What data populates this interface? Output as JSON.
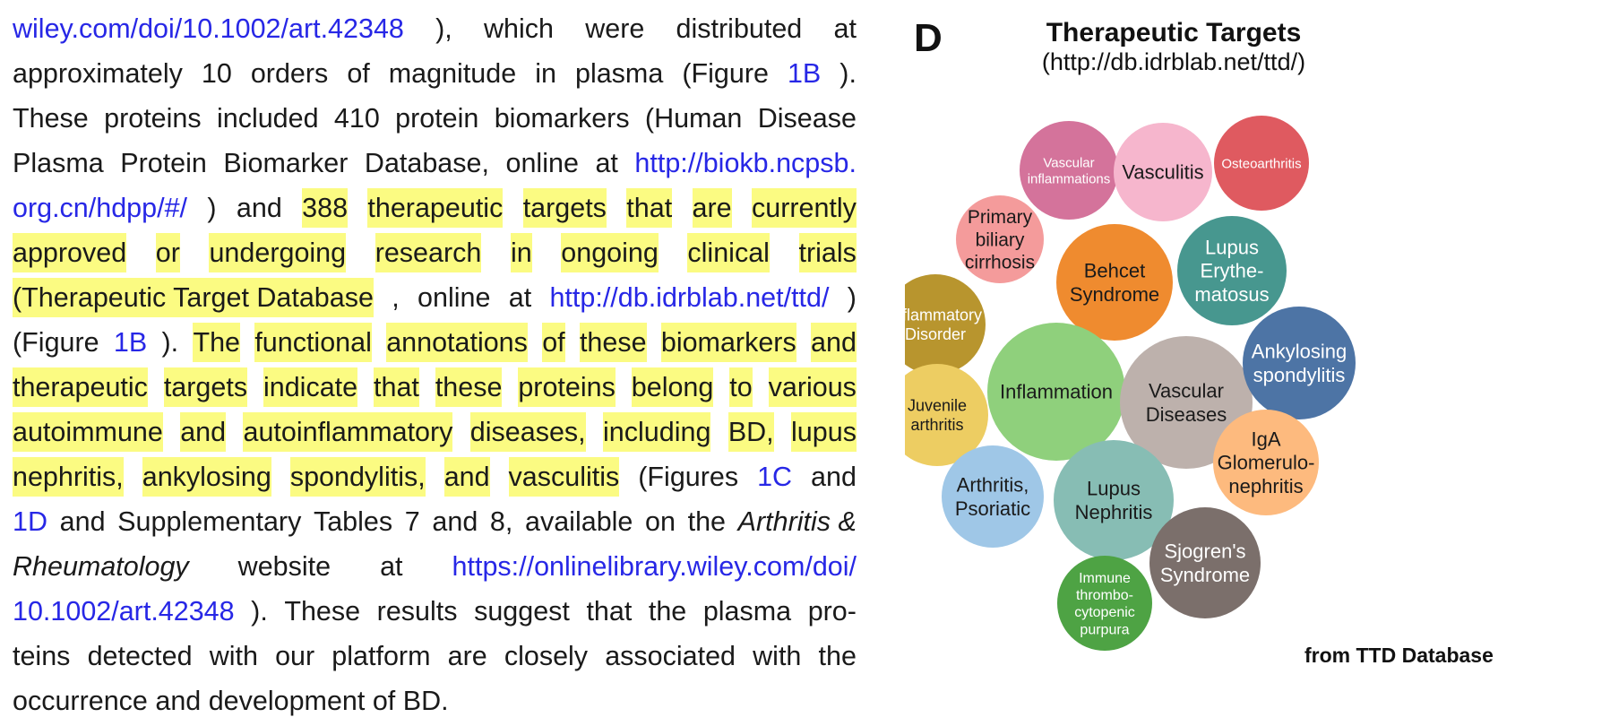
{
  "article": {
    "lines": [
      {
        "segments": [
          {
            "text": "wiley.com/doi/10.1002/art.42348",
            "style": "link"
          },
          {
            "text": "),",
            "style": "normal"
          },
          {
            "text": "which",
            "style": "normal"
          },
          {
            "text": "were",
            "style": "normal"
          },
          {
            "text": "distributed",
            "style": "normal"
          },
          {
            "text": "at",
            "style": "normal"
          }
        ]
      },
      {
        "segments": [
          {
            "text": "approximately",
            "style": "normal"
          },
          {
            "text": "10",
            "style": "normal"
          },
          {
            "text": "orders",
            "style": "normal"
          },
          {
            "text": "of",
            "style": "normal"
          },
          {
            "text": "magnitude",
            "style": "normal"
          },
          {
            "text": "in",
            "style": "normal"
          },
          {
            "text": "plasma",
            "style": "normal"
          },
          {
            "text": "(Figure",
            "style": "normal"
          },
          {
            "text": "1B",
            "style": "link"
          },
          {
            "text": ").",
            "style": "normal"
          }
        ]
      },
      {
        "segments": [
          {
            "text": "These",
            "style": "normal"
          },
          {
            "text": "proteins",
            "style": "normal"
          },
          {
            "text": "included",
            "style": "normal"
          },
          {
            "text": "410",
            "style": "normal"
          },
          {
            "text": "protein",
            "style": "normal"
          },
          {
            "text": "biomarkers",
            "style": "normal"
          },
          {
            "text": "(Human",
            "style": "normal"
          },
          {
            "text": "Disease",
            "style": "normal"
          }
        ]
      },
      {
        "segments": [
          {
            "text": "Plasma",
            "style": "normal"
          },
          {
            "text": "Protein",
            "style": "normal"
          },
          {
            "text": "Biomarker",
            "style": "normal"
          },
          {
            "text": "Database,",
            "style": "normal"
          },
          {
            "text": "online",
            "style": "normal"
          },
          {
            "text": "at",
            "style": "normal"
          },
          {
            "text": "http://biokb.ncpsb.",
            "style": "link"
          }
        ]
      },
      {
        "segments": [
          {
            "text": "org.cn/hdpp/#/",
            "style": "link"
          },
          {
            "text": ")",
            "style": "normal"
          },
          {
            "text": "and",
            "style": "normal"
          },
          {
            "text": "388",
            "style": "hl"
          },
          {
            "text": "therapeutic",
            "style": "hl"
          },
          {
            "text": "targets",
            "style": "hl"
          },
          {
            "text": "that",
            "style": "hl"
          },
          {
            "text": "are",
            "style": "hl"
          },
          {
            "text": "currently",
            "style": "hl"
          }
        ]
      },
      {
        "segments": [
          {
            "text": "approved",
            "style": "hl"
          },
          {
            "text": "or",
            "style": "hl"
          },
          {
            "text": "undergoing",
            "style": "hl"
          },
          {
            "text": "research",
            "style": "hl"
          },
          {
            "text": "in",
            "style": "hl"
          },
          {
            "text": "ongoing",
            "style": "hl"
          },
          {
            "text": "clinical",
            "style": "hl"
          },
          {
            "text": "trials",
            "style": "hl"
          }
        ]
      },
      {
        "segments": [
          {
            "text": "(Therapeutic Target Database",
            "style": "hl"
          },
          {
            "text": ",",
            "style": "normal"
          },
          {
            "text": "online",
            "style": "normal"
          },
          {
            "text": "at",
            "style": "normal"
          },
          {
            "text": "http://db.idrblab.net/ttd/",
            "style": "link"
          },
          {
            "text": ")",
            "style": "normal"
          }
        ]
      },
      {
        "segments": [
          {
            "text": "(Figure",
            "style": "normal"
          },
          {
            "text": "1B",
            "style": "link"
          },
          {
            "text": ").",
            "style": "normal"
          },
          {
            "text": "The",
            "style": "hl"
          },
          {
            "text": "functional",
            "style": "hl"
          },
          {
            "text": "annotations",
            "style": "hl"
          },
          {
            "text": "of",
            "style": "hl"
          },
          {
            "text": "these",
            "style": "hl"
          },
          {
            "text": "biomarkers",
            "style": "hl"
          },
          {
            "text": "and",
            "style": "hl"
          }
        ]
      },
      {
        "segments": [
          {
            "text": "therapeutic",
            "style": "hl"
          },
          {
            "text": "targets",
            "style": "hl"
          },
          {
            "text": "indicate",
            "style": "hl"
          },
          {
            "text": "that",
            "style": "hl"
          },
          {
            "text": "these",
            "style": "hl"
          },
          {
            "text": "proteins",
            "style": "hl"
          },
          {
            "text": "belong",
            "style": "hl"
          },
          {
            "text": "to",
            "style": "hl"
          },
          {
            "text": "various",
            "style": "hl"
          }
        ]
      },
      {
        "segments": [
          {
            "text": "autoimmune",
            "style": "hl"
          },
          {
            "text": "and",
            "style": "hl"
          },
          {
            "text": "autoinflammatory",
            "style": "hl"
          },
          {
            "text": "diseases,",
            "style": "hl"
          },
          {
            "text": "including",
            "style": "hl"
          },
          {
            "text": "BD,",
            "style": "hl"
          },
          {
            "text": "lupus",
            "style": "hl"
          }
        ]
      },
      {
        "segments": [
          {
            "text": "nephritis,",
            "style": "hl"
          },
          {
            "text": "ankylosing",
            "style": "hl"
          },
          {
            "text": "spondylitis,",
            "style": "hl"
          },
          {
            "text": "and",
            "style": "hl"
          },
          {
            "text": "vasculitis",
            "style": "hl"
          },
          {
            "text": "(Figures",
            "style": "normal"
          },
          {
            "text": "1C",
            "style": "link"
          },
          {
            "text": "and",
            "style": "normal"
          }
        ]
      },
      {
        "segments": [
          {
            "text": "1D",
            "style": "link"
          },
          {
            "text": "and",
            "style": "normal"
          },
          {
            "text": "Supplementary",
            "style": "normal"
          },
          {
            "text": "Tables",
            "style": "normal"
          },
          {
            "text": "7",
            "style": "normal"
          },
          {
            "text": "and",
            "style": "normal"
          },
          {
            "text": "8,",
            "style": "normal"
          },
          {
            "text": "available",
            "style": "normal"
          },
          {
            "text": "on",
            "style": "normal"
          },
          {
            "text": "the",
            "style": "normal"
          },
          {
            "text": "Arthritis &",
            "style": "italic"
          }
        ]
      },
      {
        "segments": [
          {
            "text": "Rheumatology",
            "style": "italic"
          },
          {
            "text": "website",
            "style": "normal"
          },
          {
            "text": "at",
            "style": "normal"
          },
          {
            "text": "https://onlinelibrary.wiley.com/doi/",
            "style": "link"
          }
        ]
      },
      {
        "segments": [
          {
            "text": "10.1002/art.42348",
            "style": "link"
          },
          {
            "text": ").",
            "style": "normal"
          },
          {
            "text": "These",
            "style": "normal"
          },
          {
            "text": "results",
            "style": "normal"
          },
          {
            "text": "suggest",
            "style": "normal"
          },
          {
            "text": "that",
            "style": "normal"
          },
          {
            "text": "the",
            "style": "normal"
          },
          {
            "text": "plasma",
            "style": "normal"
          },
          {
            "text": "pro-",
            "style": "normal"
          }
        ]
      },
      {
        "segments": [
          {
            "text": "teins",
            "style": "normal"
          },
          {
            "text": "detected",
            "style": "normal"
          },
          {
            "text": "with",
            "style": "normal"
          },
          {
            "text": "our",
            "style": "normal"
          },
          {
            "text": "platform",
            "style": "normal"
          },
          {
            "text": "are",
            "style": "normal"
          },
          {
            "text": "closely",
            "style": "normal"
          },
          {
            "text": "associated",
            "style": "normal"
          },
          {
            "text": "with",
            "style": "normal"
          },
          {
            "text": "the",
            "style": "normal"
          }
        ]
      },
      {
        "last": true,
        "segments": [
          {
            "text": "occurrence and development of BD.",
            "style": "normal"
          }
        ]
      }
    ]
  },
  "figure": {
    "panel_letter": "D",
    "title": "Therapeutic Targets",
    "subtitle": "(http://db.idrblab.net/ttd/)",
    "source_note": "from TTD Database",
    "bubbles": [
      {
        "label": [
          "Vascular",
          "inflammations"
        ],
        "color": "#d4739b",
        "text_color": "#ffffff"
      },
      {
        "label": [
          "Vasculitis"
        ],
        "color": "#f6b6cd",
        "text_color": "#1a1a1a"
      },
      {
        "label": [
          "Osteoarthritis"
        ],
        "color": "#df5a60",
        "text_color": "#ffffff"
      },
      {
        "label": [
          "Primary",
          "biliary",
          "cirrhosis"
        ],
        "color": "#f49b9b",
        "text_color": "#1a1a1a"
      },
      {
        "label": [
          "Behcet",
          "Syndrome"
        ],
        "color": "#ef8b2f",
        "text_color": "#1a1a1a"
      },
      {
        "label": [
          "Lupus",
          "Erythe-",
          "matosus"
        ],
        "color": "#47978f",
        "text_color": "#ffffff"
      },
      {
        "label": [
          "Inflammatory",
          "Disorder"
        ],
        "color": "#b8952e",
        "text_color": "#ffffff"
      },
      {
        "label": [
          "Inflammation"
        ],
        "color": "#8fd07c",
        "text_color": "#1a1a1a"
      },
      {
        "label": [
          "Vascular",
          "Diseases"
        ],
        "color": "#bdb1ac",
        "text_color": "#1a1a1a"
      },
      {
        "label": [
          "Ankylosing",
          "spondylitis"
        ],
        "color": "#4d74a5",
        "text_color": "#ffffff"
      },
      {
        "label": [
          "Juvenile",
          "arthritis"
        ],
        "color": "#edcd62",
        "text_color": "#1a1a1a"
      },
      {
        "label": [
          "IgA",
          "Glomerulo-",
          "nephritis"
        ],
        "color": "#fdba7e",
        "text_color": "#1a1a1a"
      },
      {
        "label": [
          "Arthritis,",
          "Psoriatic"
        ],
        "color": "#9fc7e7",
        "text_color": "#1a1a1a"
      },
      {
        "label": [
          "Lupus",
          "Nephritis"
        ],
        "color": "#87bdb4",
        "text_color": "#1a1a1a"
      },
      {
        "label": [
          "Sjogren's",
          "Syndrome"
        ],
        "color": "#7b6f6b",
        "text_color": "#ffffff"
      },
      {
        "label": [
          "Immune",
          "thrombo-",
          "cytopenic",
          "purpura"
        ],
        "color": "#4ea344",
        "text_color": "#ffffff"
      }
    ]
  }
}
